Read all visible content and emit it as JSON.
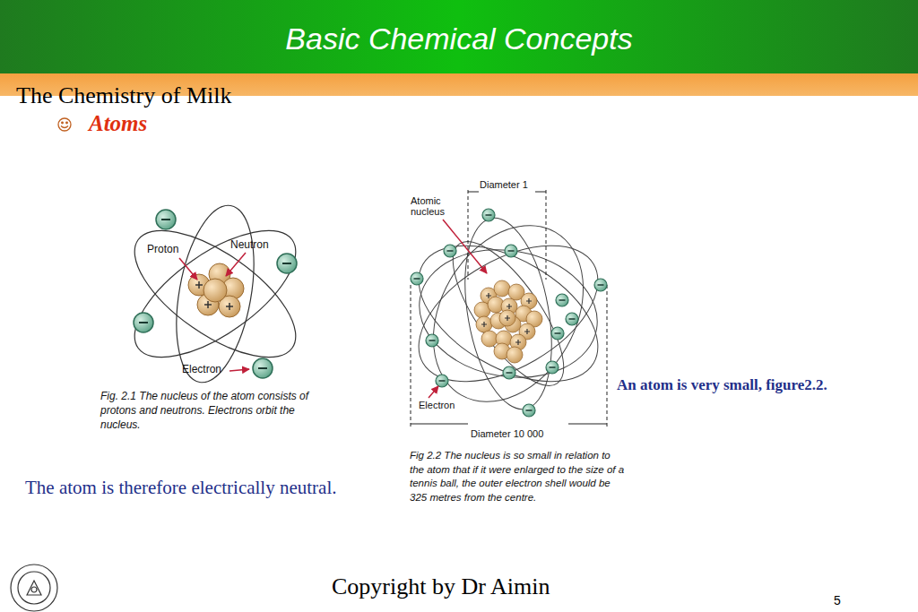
{
  "diagram": {
    "title": "Basic Chemical Concepts",
    "labels": [
      "The Chemistry of Milk",
      "Atoms",
      "Proton",
      "Neutron",
      "Electron",
      "Fig. 2.1 The nucleus of the atom consists of protons and neutrons. Electrons orbit the nucleus.",
      "Diameter 1",
      "Atomic nucleus",
      "Electron",
      "Diameter 10 000",
      "Fig 2.2 The nucleus is so small in relation to the atom that if it were enlarged to the size of a tennis ball, the outer electron shell would be 325 metres from the centre.",
      "An atom is very small, figure2.2.",
      "The atom is therefore electrically neutral.",
      "Copyright by Dr Aimin",
      "5"
    ]
  }
}
